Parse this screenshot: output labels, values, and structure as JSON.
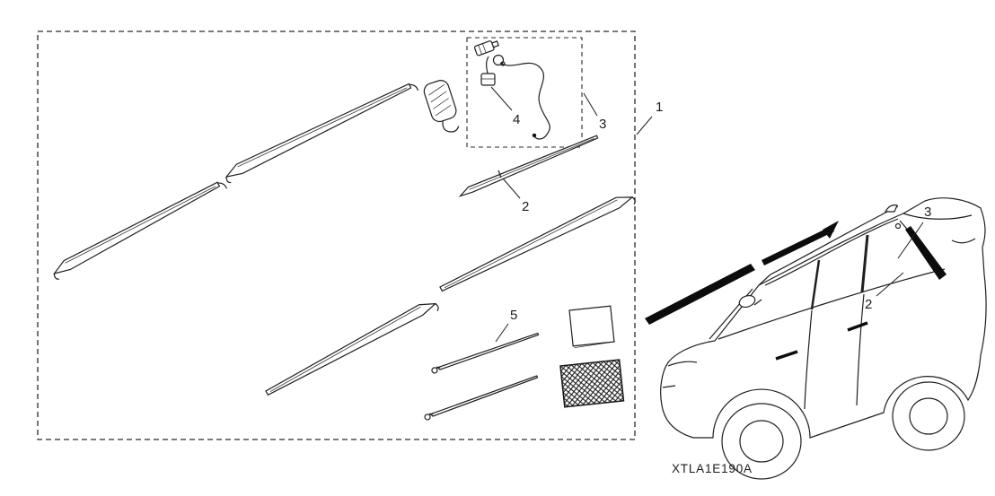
{
  "part_code": "XTLA1E190A",
  "callouts": {
    "c1": "1",
    "c2": "2",
    "c3": "3",
    "c4": "4",
    "c5": "5",
    "car_c2": "2",
    "car_c3": "3"
  },
  "colors": {
    "line": "#1f1f1f",
    "molding_highlight": "#0c0c0c",
    "background": "#ffffff"
  }
}
